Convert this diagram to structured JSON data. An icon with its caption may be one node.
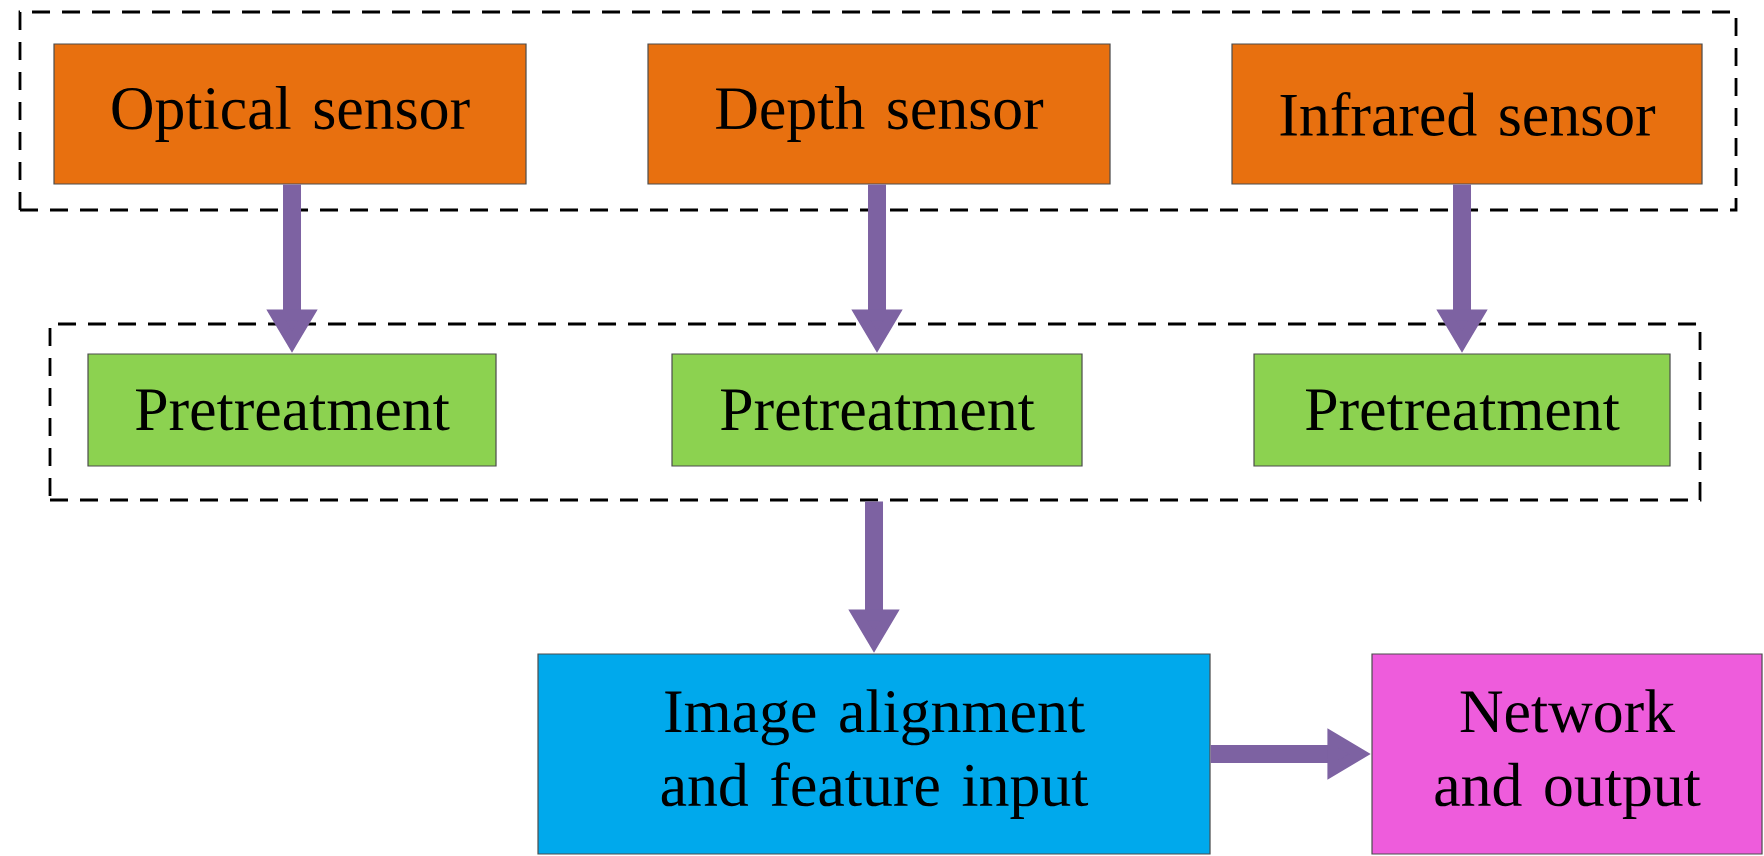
{
  "diagram": {
    "nodes": [
      {
        "text": [],
        "shape": "box"
      },
      {
        "text": [
          "Optical sensor"
        ],
        "in": 0
      },
      {
        "text": [
          "Depth sensor"
        ],
        "in": 0
      },
      {
        "text": [
          "Infrared sensor"
        ],
        "in": 0
      },
      {
        "text": [],
        "shape": "box"
      },
      {
        "text": [
          "Pretreatment"
        ],
        "in": 4
      },
      {
        "text": [
          "Pretreatment"
        ],
        "in": 4
      },
      {
        "text": [
          "Pretreatment"
        ],
        "in": 4
      },
      {
        "text": [
          "Image alignment and feature input"
        ]
      },
      {
        "text": [
          "Network and output"
        ]
      }
    ],
    "edges": [
      {
        "from": 1,
        "to": 5,
        "arrow": "to"
      },
      {
        "from": 2,
        "to": 6,
        "arrow": "to"
      },
      {
        "from": 3,
        "to": 7,
        "arrow": "to"
      },
      {
        "from": 4,
        "to": 8,
        "arrow": "to"
      },
      {
        "from": 8,
        "to": 9,
        "arrow": "to"
      }
    ]
  }
}
